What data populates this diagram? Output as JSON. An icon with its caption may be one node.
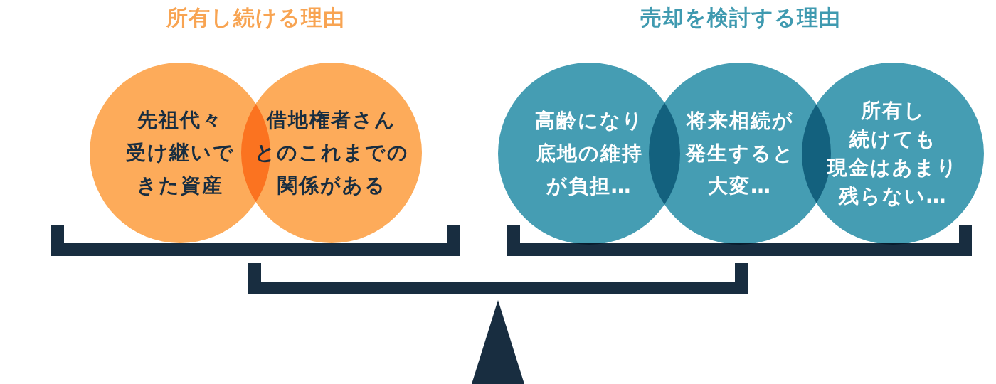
{
  "diagram": {
    "nodes": [
      {
        "text": [
          "先祖代々受け継いできた資産"
        ]
      },
      {
        "text": [
          "借地権者さんとのこれまでの関係がある"
        ]
      },
      {
        "text": [
          "高齢になり底地の維持が負担…"
        ]
      },
      {
        "text": [
          "将来相続が発生すると大変…"
        ]
      },
      {
        "text": [
          "所有し続けても現金はあまり残らない…"
        ]
      }
    ],
    "labels": [
      "所有し続ける理由",
      "売却を検討する理由"
    ]
  }
}
